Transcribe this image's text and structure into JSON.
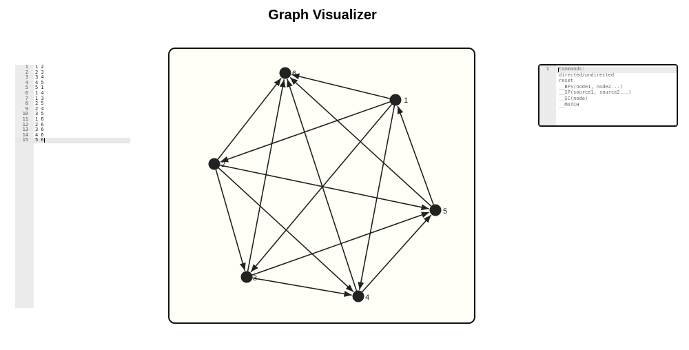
{
  "title": "Graph Visualizer",
  "edge_list": {
    "lines": [
      {
        "num": "1",
        "text": "1 2"
      },
      {
        "num": "2",
        "text": "2 3"
      },
      {
        "num": "3",
        "text": "3 4"
      },
      {
        "num": "4",
        "text": "4 5"
      },
      {
        "num": "5",
        "text": "5 1"
      },
      {
        "num": "6",
        "text": "1 4"
      },
      {
        "num": "7",
        "text": "1 3"
      },
      {
        "num": "8",
        "text": "2 5"
      },
      {
        "num": "9",
        "text": "2 4"
      },
      {
        "num": "10",
        "text": "3 5"
      },
      {
        "num": "11",
        "text": "1 6"
      },
      {
        "num": "12",
        "text": "2 6"
      },
      {
        "num": "13",
        "text": "3 6"
      },
      {
        "num": "14",
        "text": "4 6"
      },
      {
        "num": "15",
        "text": "5 6"
      }
    ],
    "active_line": 15
  },
  "graph": {
    "nodes": [
      {
        "id": "1",
        "label": "1",
        "color": "#222222"
      },
      {
        "id": "2",
        "label": "2",
        "color": "#222222"
      },
      {
        "id": "3",
        "label": "3",
        "color": "#222222"
      },
      {
        "id": "4",
        "label": "4",
        "color": "#222222"
      },
      {
        "id": "5",
        "label": "5",
        "color": "#222222"
      },
      {
        "id": "6",
        "label": "6",
        "color": "#222222"
      }
    ],
    "edges": [
      [
        "1",
        "2"
      ],
      [
        "2",
        "3"
      ],
      [
        "3",
        "4"
      ],
      [
        "4",
        "5"
      ],
      [
        "5",
        "1"
      ],
      [
        "1",
        "4"
      ],
      [
        "1",
        "3"
      ],
      [
        "2",
        "5"
      ],
      [
        "2",
        "4"
      ],
      [
        "3",
        "5"
      ],
      [
        "1",
        "6"
      ],
      [
        "2",
        "6"
      ],
      [
        "3",
        "6"
      ],
      [
        "4",
        "6"
      ],
      [
        "5",
        "6"
      ]
    ],
    "directed": true,
    "edge_color": "#222222",
    "background": "#fffff7"
  },
  "command_panel": {
    "lines": [
      {
        "num": "1",
        "text": "Commands:"
      },
      {
        "num": "",
        "text": "directed/undirected"
      },
      {
        "num": "",
        "text": "reset"
      },
      {
        "num": "",
        "text": "__BFS(node1, node2...)"
      },
      {
        "num": "",
        "text": "__SP(source1, source2...)"
      },
      {
        "num": "",
        "text": "__SC(node)"
      },
      {
        "num": "",
        "text": "__MATCH"
      }
    ]
  }
}
